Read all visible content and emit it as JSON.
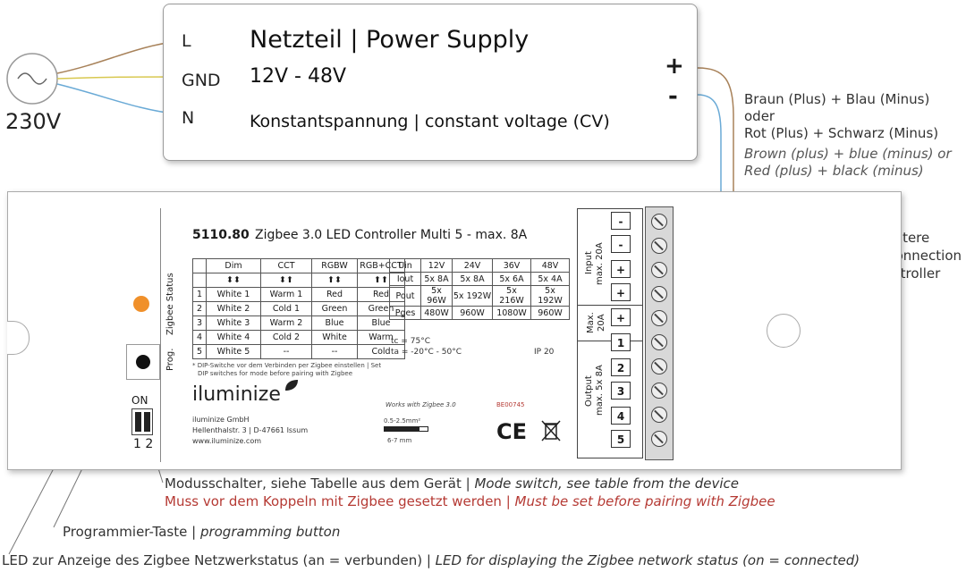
{
  "mains": {
    "label": "230V"
  },
  "power_supply": {
    "terminals_left": [
      "L",
      "GND",
      "N"
    ],
    "title": "Netzteil | Power Supply",
    "voltage": "12V - 48V",
    "mode": "Konstantspannung | constant voltage (CV)",
    "plus": "+",
    "minus": "-"
  },
  "wire_note": {
    "de_line1": "Braun (Plus) + Blau (Minus) oder",
    "de_line2": "Rot (Plus) + Schwarz (Minus)",
    "en_line1": "Brown (plus) + blue (minus) or",
    "en_line2": "Red (plus) + black (minus)"
  },
  "further_note": {
    "line1": "Anschluss weitere",
    "line2": "Controller | connection",
    "line3": "of further controller"
  },
  "controller": {
    "model": "5110.80",
    "name": "Zigbee 3.0 LED Controller Multi 5 - max. 8A",
    "zigbee_status_label": "Zigbee Status",
    "prog_label": "Prog.",
    "on_label": "ON",
    "dip_numbers": "1 2",
    "dip_table": {
      "headers": [
        "",
        "Dim",
        "CCT",
        "RGBW",
        "RGB+CCT"
      ],
      "rows": [
        [
          "1",
          "White 1",
          "Warm 1",
          "Red",
          "Red"
        ],
        [
          "2",
          "White 2",
          "Cold 1",
          "Green",
          "Green"
        ],
        [
          "3",
          "White 3",
          "Warm 2",
          "Blue",
          "Blue"
        ],
        [
          "4",
          "White 4",
          "Cold 2",
          "White",
          "Warm"
        ],
        [
          "5",
          "White 5",
          "--",
          "--",
          "Cold"
        ]
      ],
      "note_de": "* DIP-Switche vor dem Verbinden per Zigbee einstellen | Set",
      "note_en": "DIP switches for mode before pairing with Zigbee"
    },
    "spec_table": {
      "headers": [
        "Uin",
        "12V",
        "24V",
        "36V",
        "48V"
      ],
      "rows": [
        [
          "Iout",
          "5x 8A",
          "5x 8A",
          "5x 6A",
          "5x 4A"
        ],
        [
          "Pout",
          "5x 96W",
          "5x 192W",
          "5x 216W",
          "5x 192W"
        ],
        [
          "Pges",
          "480W",
          "960W",
          "1080W",
          "960W"
        ]
      ]
    },
    "tc": "tc = 75°C",
    "ta": "ta = -20°C - 50°C",
    "ip": "IP 20",
    "brand": "iluminize",
    "company": "iluminize GmbH",
    "address": "Hellenthalstr. 3 | D-47661 Issum",
    "website": "www.iluminize.com",
    "works_with": "Works with Zigbee 3.0",
    "code": "BE00745",
    "wire_gauge": "0.5-2.5mm²",
    "strip_length": "6-7 mm",
    "ce": "CE",
    "input_label": "Input",
    "input_max": "max. 20A",
    "max_label": "Max.",
    "max_value": "20A",
    "output_label": "Output",
    "output_max": "max. 5x 8A",
    "input_terminals": [
      "-",
      "-",
      "+",
      "+"
    ],
    "output_terminals": [
      "+",
      "1",
      "2",
      "3",
      "4",
      "5"
    ]
  },
  "callouts": {
    "mode_de": "Modusschalter, siehe Tabelle aus dem Gerät | ",
    "mode_en": "Mode switch, see table from the device",
    "pair_de": "Muss vor dem Koppeln mit Zigbee gesetzt werden | ",
    "pair_en": "Must be set before pairing with Zigbee",
    "prog_de": "Programmier-Taste | ",
    "prog_en": "programming button",
    "led_de": "LED zur Anzeige des Zigbee Netzwerkstatus (an = verbunden) | ",
    "led_en": "LED for displaying the Zigbee network status (on = connected)"
  },
  "colors": {
    "brown": "#a8825a",
    "blue": "#6aaad6",
    "yellow": "#d8c850",
    "led": "#f0902a",
    "red_text": "#b53a34"
  }
}
